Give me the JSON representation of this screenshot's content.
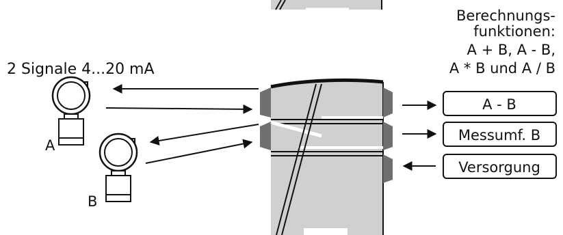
{
  "calc_title_lines": [
    "Berechnungs-",
    "funktionen:",
    "A + B, A - B,",
    "A * B und A / B"
  ],
  "signals_label": "2 Signale 4...20 mA",
  "transmitter_a_label": "A",
  "transmitter_b_label": "B",
  "output_boxes": {
    "result": "A - B",
    "measurement_b": "Messumf. B",
    "supply": "Versorgung"
  },
  "icons": [
    "pressure-transmitter-icon",
    "signal-arrow-icon",
    "module-housing-icon"
  ],
  "colors": {
    "housing": "#d0d0d0",
    "terminal": "#6f6f6f",
    "stroke": "#111111"
  }
}
